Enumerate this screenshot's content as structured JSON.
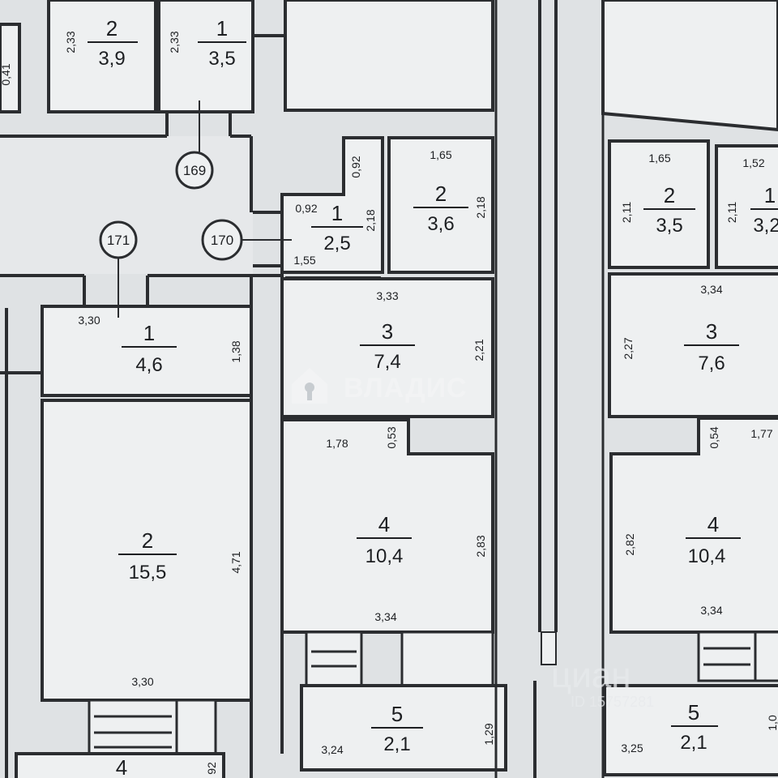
{
  "colors": {
    "paper": "#dfe2e4",
    "wall": "#2b2d30",
    "room": "#eef0f1",
    "text": "#1d1f22",
    "watermark": "#f2f3f4"
  },
  "markers": [
    "169",
    "170",
    "171"
  ],
  "watermark": {
    "brand": "ВЛАДИС",
    "cian_text": "циан",
    "cian_id": "ID 15757281"
  },
  "rooms": {
    "top_left_2": {
      "num": "2",
      "area": "3,9",
      "dim_side": "2,33"
    },
    "top_left_1": {
      "num": "1",
      "area": "3,5",
      "dim_side": "2,33"
    },
    "edge_dim": "0,41",
    "mid_1": {
      "num": "1",
      "area": "2,5",
      "dim_top": "0,92",
      "dim_left": "0,92",
      "dim_right": "2,18",
      "dim_bottom": "1,55"
    },
    "mid_2": {
      "num": "2",
      "area": "3,6",
      "dim_top": "1,65",
      "dim_right": "2,18"
    },
    "mid_3": {
      "num": "3",
      "area": "7,4",
      "dim_top": "3,33",
      "dim_right": "2,21"
    },
    "mid_4": {
      "num": "4",
      "area": "10,4",
      "dim_top_left": "1,78",
      "dim_step": "0,53",
      "dim_right": "2,83",
      "dim_bottom": "3,34"
    },
    "mid_5": {
      "num": "5",
      "area": "2,1",
      "dim_left": "3,24",
      "dim_right": "1,29"
    },
    "left_1": {
      "num": "1",
      "area": "4,6",
      "dim_top": "3,30",
      "dim_right": "1,38"
    },
    "left_2": {
      "num": "2",
      "area": "15,5",
      "dim_right": "4,71",
      "dim_bottom": "3,30"
    },
    "left_4": {
      "num": "4",
      "dim_right": "92"
    },
    "right_2": {
      "num": "2",
      "area": "3,5",
      "dim_top": "1,65",
      "dim_left": "2,11"
    },
    "right_1": {
      "num": "1",
      "area": "3,2",
      "dim_top": "1,52",
      "dim_left": "2,11"
    },
    "right_3": {
      "num": "3",
      "area": "7,6",
      "dim_top": "3,34",
      "dim_left": "2,27"
    },
    "right_4": {
      "num": "4",
      "area": "10,4",
      "dim_step": "0,54",
      "dim_top_right": "1,77",
      "dim_left": "2,82",
      "dim_bottom": "3,34"
    },
    "right_5": {
      "num": "5",
      "area": "2,1",
      "dim_left": "3,25",
      "dim_right": "1,0"
    }
  }
}
